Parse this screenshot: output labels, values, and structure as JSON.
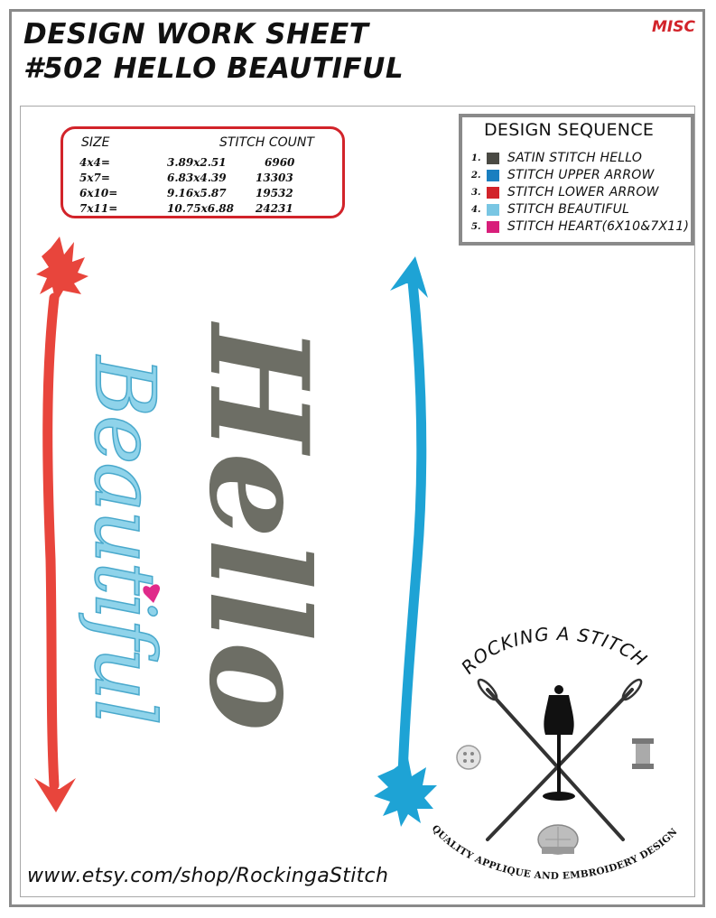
{
  "header": {
    "title_line1": "DESIGN WORK SHEET",
    "title_line2": "#502 HELLO BEAUTIFUL",
    "category": "MISC"
  },
  "sizes": {
    "header_size": "SIZE",
    "header_count": "STITCH COUNT",
    "rows": [
      {
        "hoop": "4x4=",
        "dims": "3.89x2.51",
        "count": "6960"
      },
      {
        "hoop": "5x7=",
        "dims": "6.83x4.39",
        "count": "13303"
      },
      {
        "hoop": "6x10=",
        "dims": "9.16x5.87",
        "count": "19532"
      },
      {
        "hoop": "7x11=",
        "dims": "10.75x6.88",
        "count": "24231"
      }
    ]
  },
  "sequence": {
    "title": "DESIGN SEQUENCE",
    "items": [
      {
        "num": "1.",
        "label": "SATIN STITCH HELLO",
        "color": "#4a4a44"
      },
      {
        "num": "2.",
        "label": "STITCH UPPER ARROW",
        "color": "#1a7fc0"
      },
      {
        "num": "3.",
        "label": "STITCH LOWER ARROW",
        "color": "#d2232a"
      },
      {
        "num": "4.",
        "label": "STITCH BEAUTIFUL",
        "color": "#79c6e3"
      },
      {
        "num": "5.",
        "label": "STITCH HEART(6X10&7X11)",
        "color": "#d81e7a"
      }
    ]
  },
  "design": {
    "word1": "Hello",
    "word2": "Beautiful",
    "hello_color": "#6d6e65",
    "beautiful_color": "#8fd3ea",
    "upper_arrow_color": "#1ea3d5",
    "lower_arrow_color": "#e8453c",
    "heart_color": "#e02a8a"
  },
  "logo": {
    "top_text": "ROCKING A STITCH",
    "bottom_text": "QUALITY APPLIQUE AND EMBROIDERY DESIGN"
  },
  "footer": {
    "url": "www.etsy.com/shop/RockingaStitch"
  }
}
